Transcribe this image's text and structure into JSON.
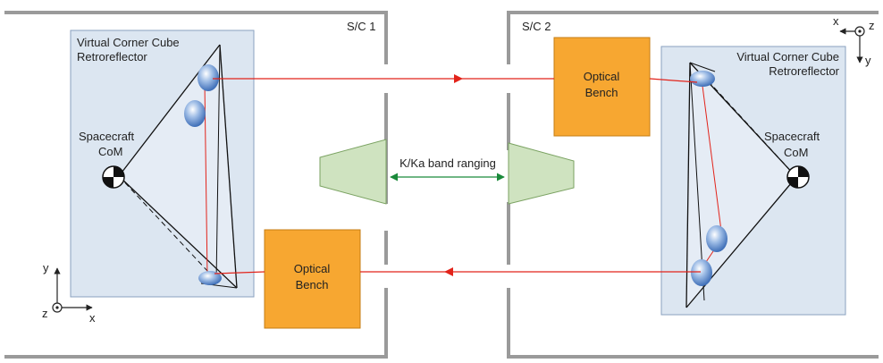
{
  "spacecraft": {
    "sc1": {
      "label": "S/C 1",
      "vccr_label_line1": "Virtual Corner Cube",
      "vccr_label_line2": "Retroreflector",
      "com_label_line1": "Spacecraft",
      "com_label_line2": "CoM",
      "bench_label_line1": "Optical",
      "bench_label_line2": "Bench",
      "axes": {
        "y": "y",
        "x": "x",
        "z": "z"
      }
    },
    "sc2": {
      "label": "S/C 2",
      "vccr_label_line1": "Virtual Corner Cube",
      "vccr_label_line2": "Retroreflector",
      "com_label_line1": "Spacecraft",
      "com_label_line2": "CoM",
      "bench_label_line1": "Optical",
      "bench_label_line2": "Bench",
      "axes": {
        "x": "x",
        "y": "y",
        "z": "z"
      }
    }
  },
  "link": {
    "label": "K/Ka band ranging"
  },
  "colors": {
    "box_fill": "#dce6f1",
    "bench_fill": "#f7a731",
    "horn_fill": "#cfe3c0",
    "laser": "#e2231a",
    "kband_arrow": "#1a8a3a",
    "wall": "#9a9a9a"
  }
}
